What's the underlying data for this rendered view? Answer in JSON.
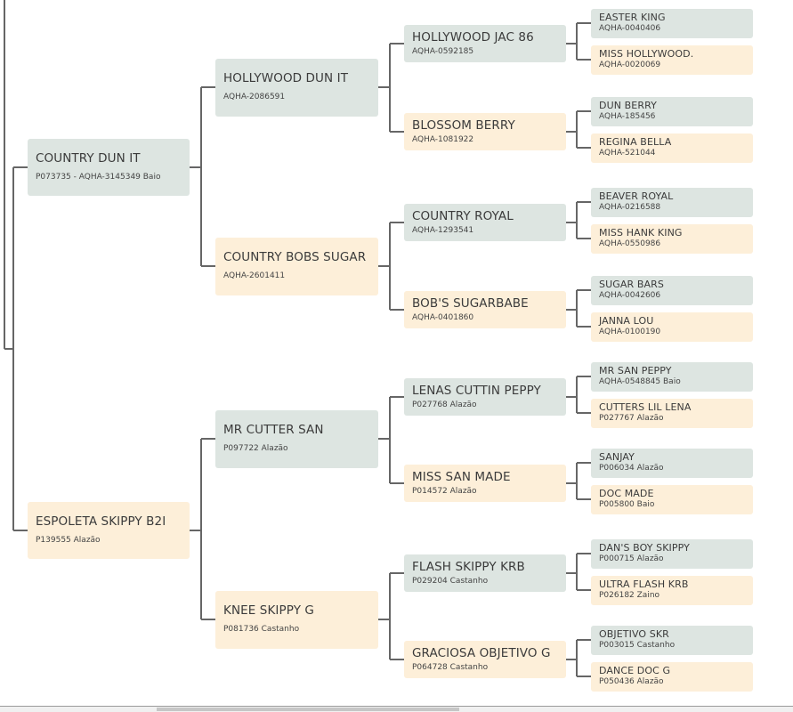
{
  "colors": {
    "sire_bg": "#dde5e1",
    "dam_bg": "#fdefd9",
    "line": "#666666"
  },
  "pedigree": {
    "sire": {
      "name": "COUNTRY DUN IT",
      "reg": "P073735 - AQHA-3145349 Baio",
      "sire": {
        "name": "HOLLYWOOD DUN IT",
        "reg": "AQHA-2086591",
        "sire": {
          "name": "HOLLYWOOD JAC 86",
          "reg": "AQHA-0592185",
          "sire": {
            "name": "EASTER KING",
            "reg": "AQHA-0040406"
          },
          "dam": {
            "name": "MISS HOLLYWOOD.",
            "reg": "AQHA-0020069"
          }
        },
        "dam": {
          "name": "BLOSSOM BERRY",
          "reg": "AQHA-1081922",
          "sire": {
            "name": "DUN BERRY",
            "reg": "AQHA-185456"
          },
          "dam": {
            "name": "REGINA BELLA",
            "reg": "AQHA-521044"
          }
        }
      },
      "dam": {
        "name": "COUNTRY BOBS SUGAR",
        "reg": "AQHA-2601411",
        "sire": {
          "name": "COUNTRY ROYAL",
          "reg": "AQHA-1293541",
          "sire": {
            "name": "BEAVER ROYAL",
            "reg": "AQHA-0216588"
          },
          "dam": {
            "name": "MISS HANK KING",
            "reg": "AQHA-0550986"
          }
        },
        "dam": {
          "name": "BOB'S SUGARBABE",
          "reg": "AQHA-0401860",
          "sire": {
            "name": "SUGAR BARS",
            "reg": "AQHA-0042606"
          },
          "dam": {
            "name": "JANNA LOU",
            "reg": "AQHA-0100190"
          }
        }
      }
    },
    "dam": {
      "name": "ESPOLETA SKIPPY B2I",
      "reg": "P139555 Alazão",
      "sire": {
        "name": "MR CUTTER SAN",
        "reg": "P097722 Alazão",
        "sire": {
          "name": "LENAS CUTTIN PEPPY",
          "reg": "P027768 Alazão",
          "sire": {
            "name": "MR SAN PEPPY",
            "reg": "AQHA-0548845 Baio"
          },
          "dam": {
            "name": "CUTTERS LIL LENA",
            "reg": "P027767 Alazão"
          }
        },
        "dam": {
          "name": "MISS SAN MADE",
          "reg": "P014572 Alazão",
          "sire": {
            "name": "SANJAY",
            "reg": "P006034 Alazão"
          },
          "dam": {
            "name": "DOC MADE",
            "reg": "P005800 Baio"
          }
        }
      },
      "dam": {
        "name": "KNEE SKIPPY G",
        "reg": "P081736 Castanho",
        "sire": {
          "name": "FLASH SKIPPY KRB",
          "reg": "P029204 Castanho",
          "sire": {
            "name": "DAN'S BOY SKIPPY",
            "reg": "P000715 Alazão"
          },
          "dam": {
            "name": "ULTRA FLASH KRB",
            "reg": "P026182 Zaino"
          }
        },
        "dam": {
          "name": "GRACIOSA OBJETIVO G",
          "reg": "P064728 Castanho",
          "sire": {
            "name": "OBJETIVO SKR",
            "reg": "P003015 Castanho"
          },
          "dam": {
            "name": "DANCE DOC G",
            "reg": "P050436 Alazão"
          }
        }
      }
    }
  }
}
